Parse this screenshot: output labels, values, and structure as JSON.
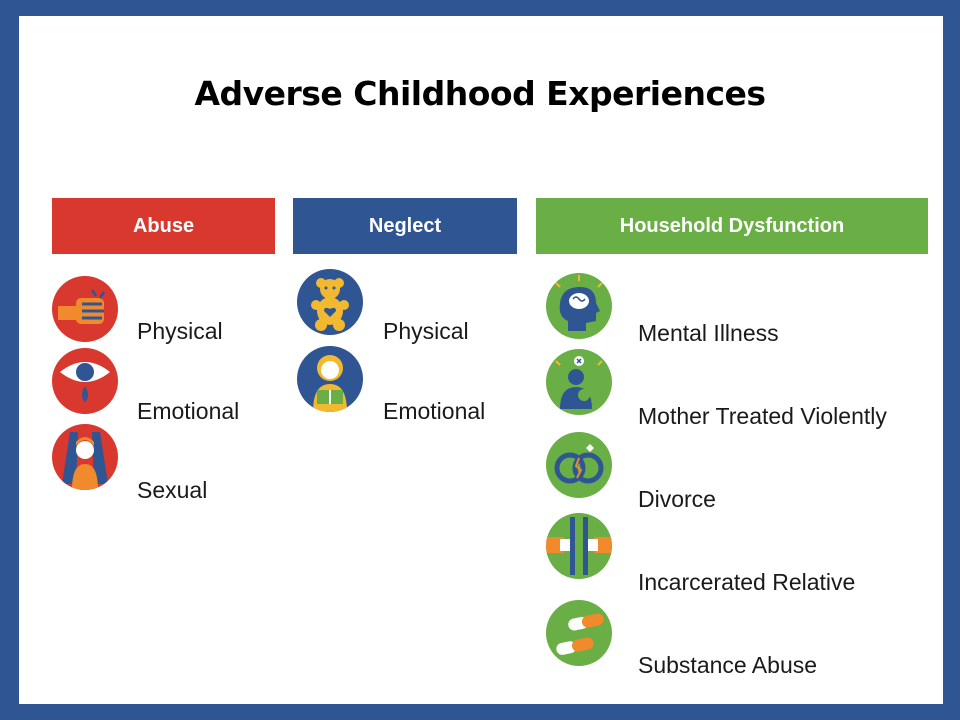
{
  "title": "Adverse Childhood Experiences",
  "colors": {
    "abuse": "#d9382f",
    "neglect": "#2f5593",
    "household": "#6aaf45",
    "icon_orange": "#f08a2c",
    "icon_yellow": "#f2b830"
  },
  "categories": [
    {
      "header": "Abuse",
      "items": [
        {
          "label": "Physical",
          "icon": "fist-icon"
        },
        {
          "label": "Emotional",
          "icon": "crying-eye-icon"
        },
        {
          "label": "Sexual",
          "icon": "child-icon"
        }
      ]
    },
    {
      "header": "Neglect",
      "items": [
        {
          "label": "Physical",
          "icon": "teddy-bear-icon"
        },
        {
          "label": "Emotional",
          "icon": "child-with-book-icon"
        }
      ]
    },
    {
      "header": "Household Dysfunction",
      "items": [
        {
          "label": "Mental Illness",
          "icon": "head-brain-icon"
        },
        {
          "label": "Mother Treated Violently",
          "icon": "mother-child-icon"
        },
        {
          "label": "Divorce",
          "icon": "broken-rings-icon"
        },
        {
          "label": "Incarcerated Relative",
          "icon": "jail-bars-hands-icon"
        },
        {
          "label": "Substance Abuse",
          "icon": "pills-icon"
        }
      ]
    }
  ]
}
